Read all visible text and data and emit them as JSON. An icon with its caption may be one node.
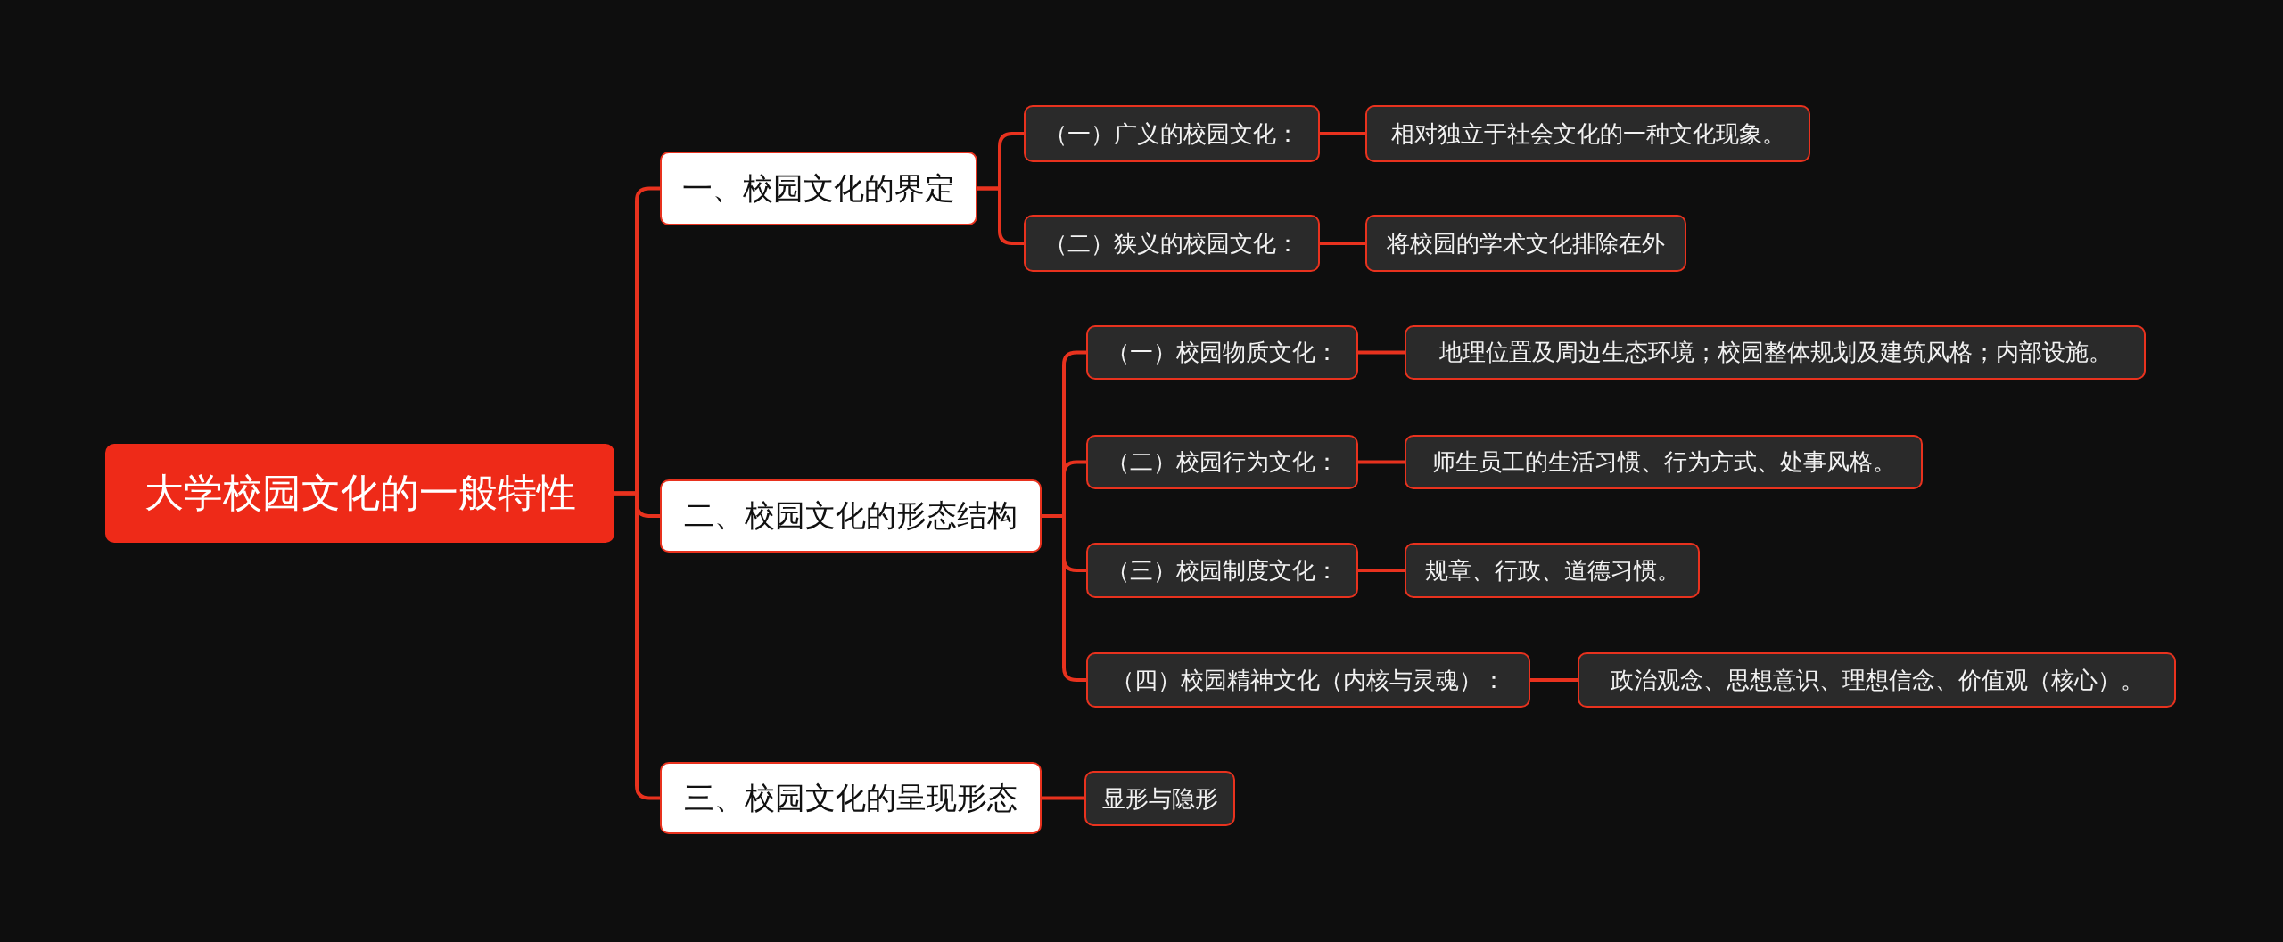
{
  "diagram": {
    "nodes": [
      {
        "text": [
          "大学校园文化的一般特性"
        ]
      },
      {
        "text": [
          "一、校园文化的界定"
        ]
      },
      {
        "text": [
          "（一）广义的校园文化："
        ]
      },
      {
        "text": [
          "相对独立于社会文化的一种文化现象。"
        ]
      },
      {
        "text": [
          "（二）狭义的校园文化："
        ]
      },
      {
        "text": [
          "将校园的学术文化排除在外"
        ]
      },
      {
        "text": [
          "二、校园文化的形态结构"
        ]
      },
      {
        "text": [
          "（一）校园物质文化："
        ]
      },
      {
        "text": [
          "地理位置及周边生态环境；校园整体规划及建筑风格；内部设施。"
        ]
      },
      {
        "text": [
          "（二）校园行为文化："
        ]
      },
      {
        "text": [
          "师生员工的生活习惯、行为方式、处事风格。"
        ]
      },
      {
        "text": [
          "（三）校园制度文化："
        ]
      },
      {
        "text": [
          "规章、行政、道德习惯。"
        ]
      },
      {
        "text": [
          "（四）校园精神文化（内核与灵魂）："
        ]
      },
      {
        "text": [
          "政治观念、思想意识、理想信念、价值观（核心）。"
        ]
      },
      {
        "text": [
          "三、校园文化的呈现形态"
        ]
      },
      {
        "text": [
          "显形与隐形"
        ]
      }
    ],
    "edges": [
      {
        "from": 0,
        "to": 1,
        "arrow": "none"
      },
      {
        "from": 1,
        "to": 2,
        "arrow": "none"
      },
      {
        "from": 2,
        "to": 3,
        "arrow": "none"
      },
      {
        "from": 1,
        "to": 4,
        "arrow": "none"
      },
      {
        "from": 4,
        "to": 5,
        "arrow": "none"
      },
      {
        "from": 0,
        "to": 6,
        "arrow": "none"
      },
      {
        "from": 6,
        "to": 7,
        "arrow": "none"
      },
      {
        "from": 7,
        "to": 8,
        "arrow": "none"
      },
      {
        "from": 6,
        "to": 9,
        "arrow": "none"
      },
      {
        "from": 9,
        "to": 10,
        "arrow": "none"
      },
      {
        "from": 6,
        "to": 11,
        "arrow": "none"
      },
      {
        "from": 11,
        "to": 12,
        "arrow": "none"
      },
      {
        "from": 6,
        "to": 13,
        "arrow": "none"
      },
      {
        "from": 13,
        "to": 14,
        "arrow": "none"
      },
      {
        "from": 0,
        "to": 15,
        "arrow": "none"
      },
      {
        "from": 15,
        "to": 16,
        "arrow": "none"
      }
    ]
  }
}
